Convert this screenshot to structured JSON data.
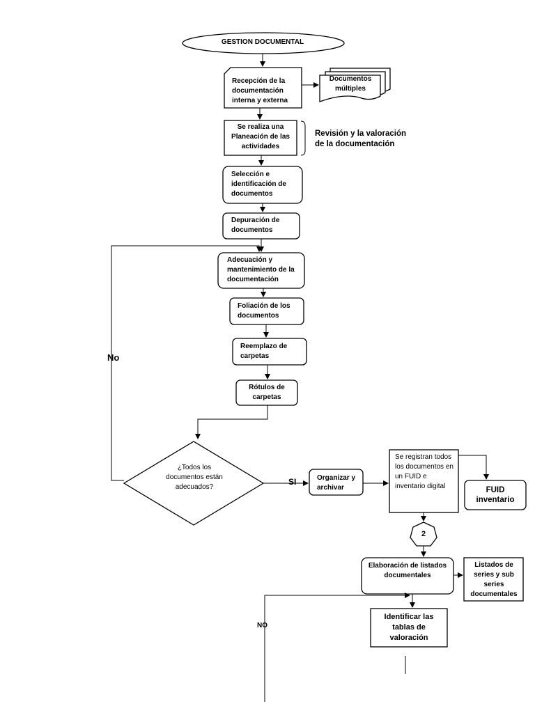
{
  "diagram": {
    "start": "GESTION DOCUMENTAL",
    "steps": {
      "recepcion": "Recepción de la documentación interna y externa",
      "documentos_multiples": "Documentos múltiples",
      "planeacion": "Se realiza una Planeación de las actividades",
      "revision_note": "Revisión y la valoración de la documentación",
      "seleccion": "Selección e identificación de documentos",
      "depuracion": "Depuración de documentos",
      "adecuacion": "Adecuación y mantenimiento de la documentación",
      "foliacion": "Foliación de los documentos",
      "reemplazo": "Reemplazo de carpetas",
      "rotulos": "Rótulos de carpetas",
      "decision": "¿Todos los documentos están adecuados?",
      "label_no_upper": "No",
      "label_si": "SI",
      "organizar": "Organizar y archivar",
      "registro_fuid": "Se registran todos los documentos en un FUID e inventario digital",
      "fuid_inventario": "FUID inventario",
      "connector_2": "2",
      "elaboracion": "Elaboración de listados documentales",
      "listados_series": "Listados de series y sub series documentales",
      "identificar_tablas": "Identificar las tablas de valoración",
      "label_no_lower": "NO"
    }
  }
}
